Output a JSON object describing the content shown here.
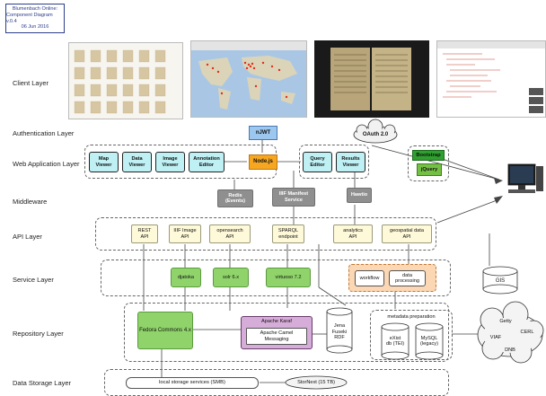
{
  "title_box": {
    "line1": "Blumenbach Online:",
    "line2": "Component Diagram v.0.4",
    "line3": "06 Jun 2016"
  },
  "layers": {
    "client": "Client Layer",
    "auth": "Authentication Layer",
    "web": "Web Application Layer",
    "middleware": "Middleware",
    "api": "API Layer",
    "service": "Service Layer",
    "repository": "Repository Layer",
    "storage": "Data Storage Layer"
  },
  "auth": {
    "njwt": "nJWT",
    "oauth": "OAuth 2.0"
  },
  "web": {
    "map_viewer": "Map\nViewer",
    "data_viewer": "Data\nViewer",
    "image_viewer": "Image\nViewer",
    "annotation_editor": "Annotation\nEditor",
    "nodejs": "Node.js",
    "query_editor": "Query\nEditor",
    "results_viewer": "Results\nViewer",
    "bootstrap": "Bootstrap",
    "jquery": "jQuery"
  },
  "middleware": {
    "redis": "Redis\n(Events)",
    "iiif_manifest": "IIIF Manifest\nService",
    "hawtio": "Hawtio"
  },
  "api": {
    "rest": "REST\nAPI",
    "iiif_image": "IIIF Image\nAPI",
    "opensearch": "opensearch\nAPI",
    "sparql": "SPARQL\nendpoint",
    "analytics": "analytics\nAPI",
    "geospatial": "geospatial data\nAPI"
  },
  "service": {
    "djatoka": "djatoka",
    "solr": "solr 6.x",
    "virtuoso": "virtuoso 7.2",
    "workflow": "workflow",
    "data_processing": "data\nprocessing",
    "gis": "GIS"
  },
  "repository": {
    "fedora": "Fedora Commons 4.x",
    "karaf": "Apache Karaf",
    "camel": "Apache Camel\nMessaging",
    "jena": "Jena\nFuseki\nRDF",
    "metadata_prep": "metadata preparation",
    "exist": "eXist\ndb (TEI)",
    "mysql": "MySQL\n(legacy)"
  },
  "cloud_sources": {
    "getty": "Getty",
    "cerl": "CERL",
    "viaf": "VIAF",
    "dnb": "DNB"
  },
  "storage": {
    "local": "local storage services (SMB)",
    "stornext": "StorNext (15 TB)"
  },
  "colors": {
    "api_fill": "#fef9d8",
    "teal_fill": "#bff0f4",
    "nodejs_fill": "#f7a620",
    "njwt_fill": "#9cc7ee",
    "green_fill": "#8fd36a",
    "gray_fill": "#8f8f8f",
    "karaf_fill": "#d6acd8",
    "processing_fill": "#fbd7b4"
  }
}
